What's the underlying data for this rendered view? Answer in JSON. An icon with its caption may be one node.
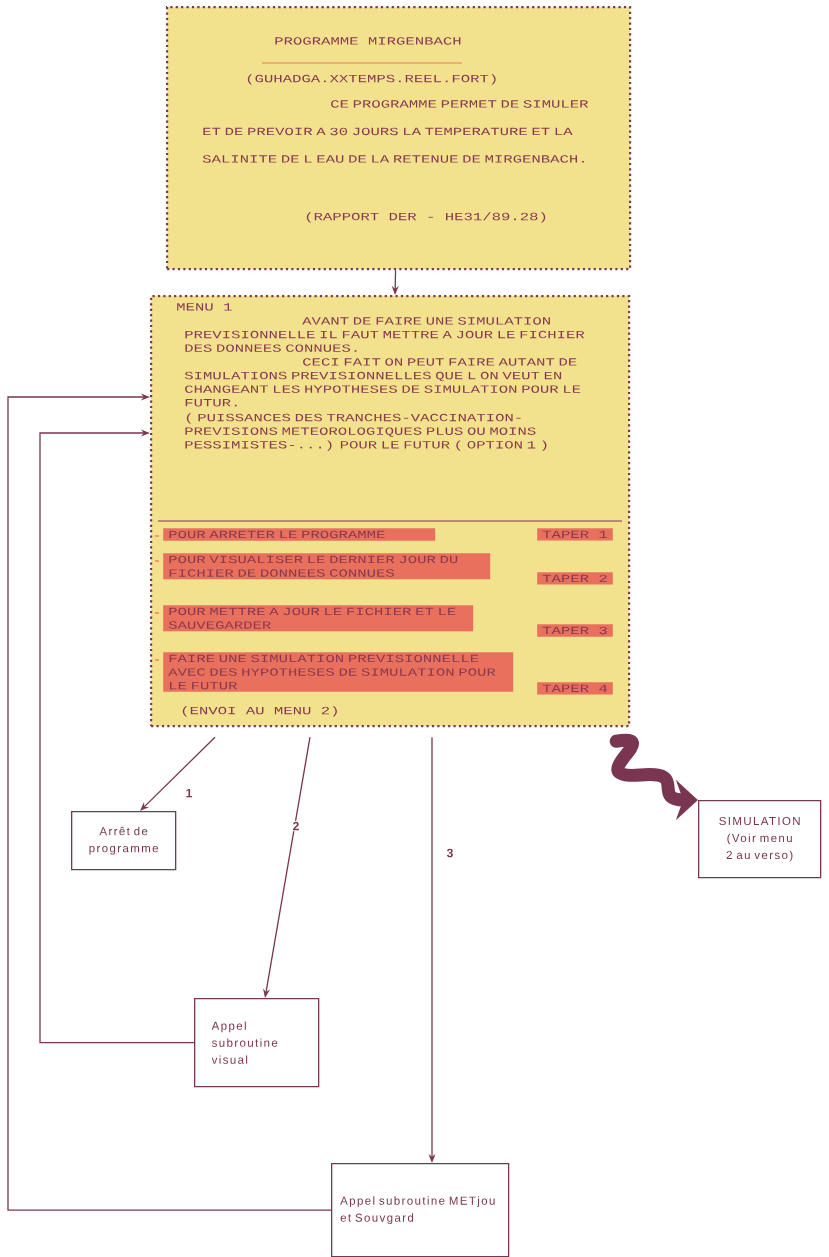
{
  "diagram": {
    "nodes": [
      {
        "text": [
          "PROGRAMME MIRGENBACH",
          "(GUHADGA.XXTEMPS.REEL.FORT)",
          "CE PROGRAMME PERMET DE SIMULER ET DE PREVOIR A 30 JOURS LA TEMPERATURE ET LA SALINITE DE L EAU DE LA RETENUE DE MIRGENBACH.",
          "(RAPPORT DER - HE31/89.28)"
        ]
      },
      {
        "text": [
          "MENU 1",
          "AVANT DE FAIRE UNE SIMULATION PREVISIONNELLE IL FAUT METTRE A JOUR LE FICHIER DES DONNEES CONNUES.",
          "CECI FAIT ON PEUT FAIRE AUTANT DE SIMULATIONS PREVISIONNELLES QUE L ON VEUT EN CHANGEANT LES HYPOTHESES DE SIMULATION POUR LE FUTUR.",
          "( PUISSANCES DES TRANCHES-VACCINATION-PREVISIONS METEOROLOGIQUES PLUS OU MOINS PESSIMISTES-...) POUR LE FUTUR ( OPTION 1 )",
          "(ENVOI AU MENU 2)"
        ]
      },
      {
        "text": [
          "POUR ARRETER LE PROGRAMME"
        ],
        "in": 1
      },
      {
        "text": [
          "TAPER 1"
        ],
        "in": 1
      },
      {
        "text": [
          "POUR VISUALISER LE DERNIER JOUR DU FICHIER DE DONNEES CONNUES"
        ],
        "in": 1
      },
      {
        "text": [
          "TAPER 2"
        ],
        "in": 1
      },
      {
        "text": [
          "POUR METTRE A JOUR LE FICHIER ET LE SAUVEGARDER"
        ],
        "in": 1
      },
      {
        "text": [
          "TAPER 3"
        ],
        "in": 1
      },
      {
        "text": [
          "FAIRE UNE SIMULATION PREVISIONNELLE AVEC DES HYPOTHESES DE SIMULATION POUR LE FUTUR"
        ],
        "in": 1
      },
      {
        "text": [
          "TAPER 4"
        ],
        "in": 1
      },
      {
        "text": [
          "Arrêt de programme"
        ]
      },
      {
        "text": [
          "SIMULATION (Voir menu 2 au verso)"
        ]
      },
      {
        "text": [
          "Appel subroutine visual"
        ]
      },
      {
        "text": [
          "Appel subroutine METjou et Souvgard"
        ]
      }
    ],
    "edges": [
      {
        "from": 0,
        "to": 1,
        "arrow": "to"
      },
      {
        "from": 1,
        "to": 10,
        "arrow": "to",
        "label": "1"
      },
      {
        "from": 1,
        "to": 12,
        "arrow": "to",
        "label": "2"
      },
      {
        "from": 1,
        "to": 13,
        "arrow": "to",
        "label": "3"
      },
      {
        "from": 1,
        "to": 11,
        "arrow": "to",
        "style": "thick"
      },
      {
        "from": 12,
        "to": 1,
        "arrow": "to"
      },
      {
        "from": 13,
        "to": 1,
        "arrow": "to"
      }
    ]
  }
}
